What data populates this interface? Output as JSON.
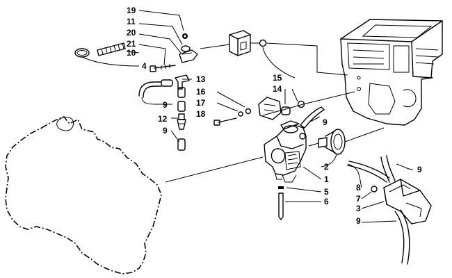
{
  "callouts": [
    {
      "id": "c19",
      "label": "19"
    },
    {
      "id": "c11",
      "label": "11"
    },
    {
      "id": "c20",
      "label": "20"
    },
    {
      "id": "c21",
      "label": "21"
    },
    {
      "id": "c10",
      "label": "10"
    },
    {
      "id": "c4",
      "label": "4"
    },
    {
      "id": "c13",
      "label": "13"
    },
    {
      "id": "c15",
      "label": "15"
    },
    {
      "id": "c14",
      "label": "14"
    },
    {
      "id": "c16",
      "label": "16"
    },
    {
      "id": "c17",
      "label": "17"
    },
    {
      "id": "c18",
      "label": "18"
    },
    {
      "id": "c9a",
      "label": "9"
    },
    {
      "id": "c12",
      "label": "12"
    },
    {
      "id": "c9b",
      "label": "9"
    },
    {
      "id": "c9c",
      "label": "9"
    },
    {
      "id": "c2",
      "label": "2"
    },
    {
      "id": "c1",
      "label": "1"
    },
    {
      "id": "c5",
      "label": "5"
    },
    {
      "id": "c6",
      "label": "6"
    },
    {
      "id": "c9d",
      "label": "9"
    },
    {
      "id": "c8",
      "label": "8"
    },
    {
      "id": "c7",
      "label": "7"
    },
    {
      "id": "c3",
      "label": "3"
    },
    {
      "id": "c9e",
      "label": "9"
    }
  ]
}
